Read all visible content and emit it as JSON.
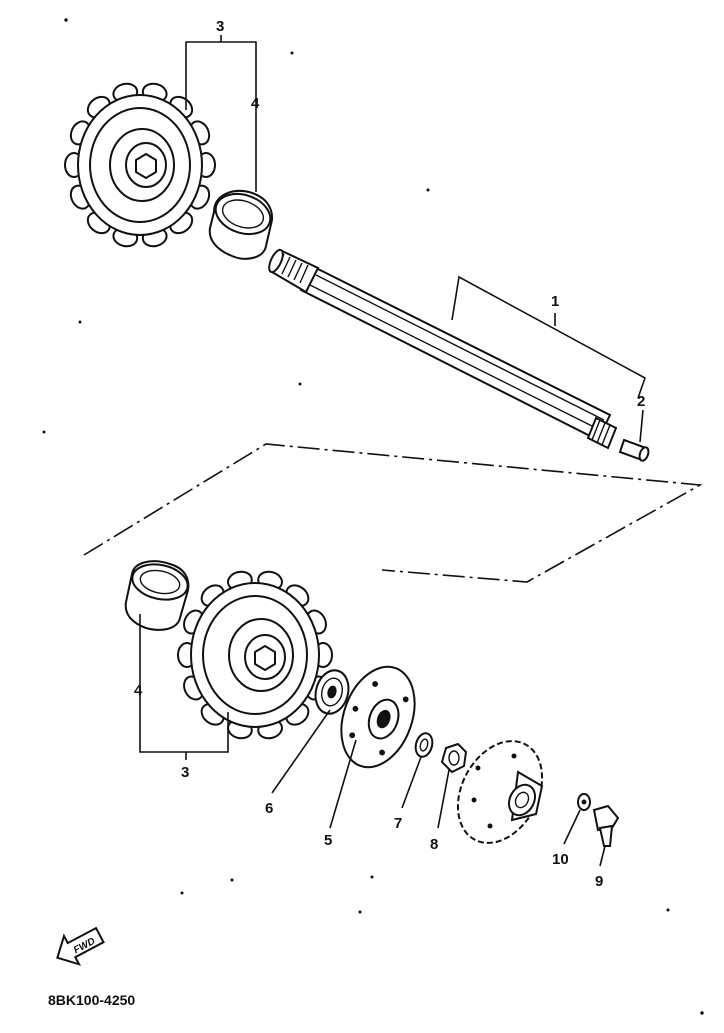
{
  "callouts": {
    "c1": "1",
    "c2": "2",
    "c3_top": "3",
    "c4_top": "4",
    "c3_bottom": "3",
    "c4_bottom": "4",
    "c5": "5",
    "c6": "6",
    "c7": "7",
    "c8": "8",
    "c9": "9",
    "c10": "10"
  },
  "find_icon": {
    "label": "FWD",
    "icon": "forward-arrow-icon"
  },
  "diagram_code": "8BK100-4250"
}
